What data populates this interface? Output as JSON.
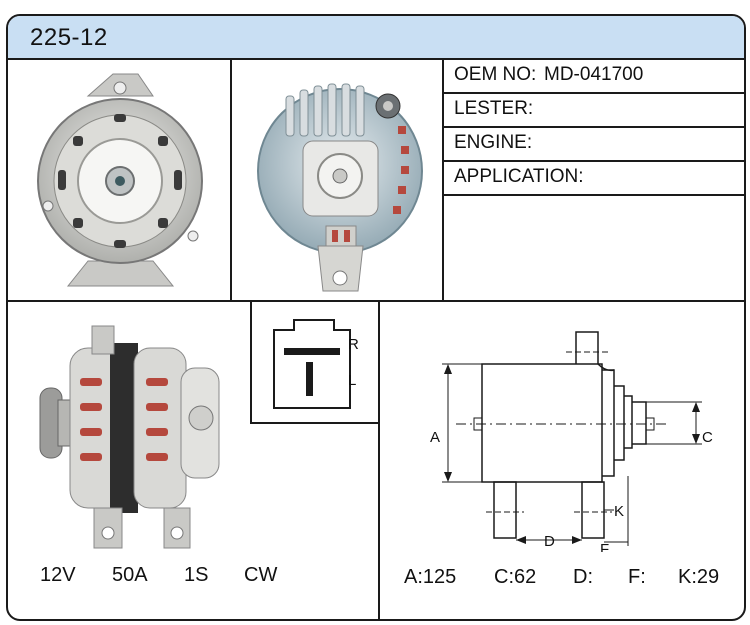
{
  "header": {
    "title": "225-12"
  },
  "specs": {
    "oem_label": "OEM NO:",
    "oem_value": "MD-041700",
    "lester_label": "LESTER:",
    "lester_value": "",
    "engine_label": "ENGINE:",
    "engine_value": "",
    "application_label": "APPLICATION:",
    "application_value": ""
  },
  "electrical": {
    "voltage": "12V",
    "amperage": "50A",
    "pulley": "1S",
    "rotation": "CW"
  },
  "plug": {
    "terminal_r": "R",
    "terminal_l": "L"
  },
  "drawing": {
    "label_a": "A",
    "label_c": "C",
    "label_d": "D",
    "label_f": "F",
    "label_k": "K"
  },
  "dimensions": {
    "a": "A:125",
    "c": "C:62",
    "d": "D:",
    "f": "F:",
    "k": "K:29"
  }
}
